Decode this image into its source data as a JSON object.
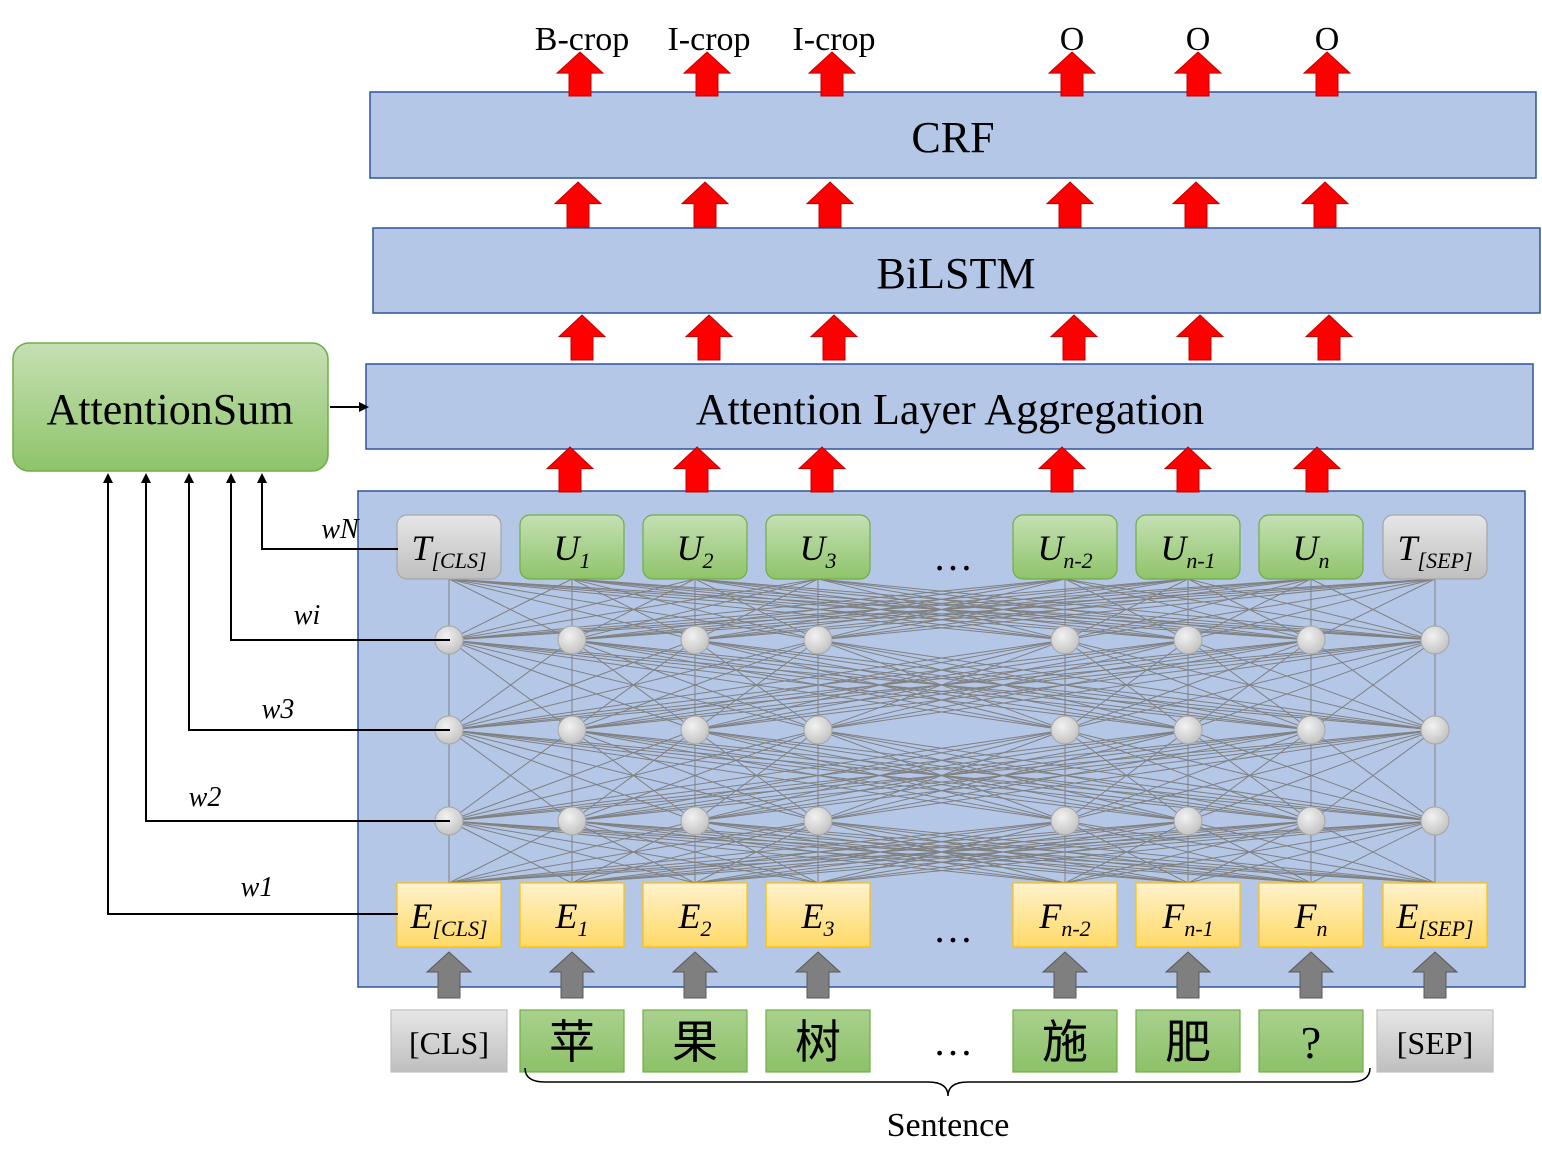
{
  "output_labels": [
    "B-crop",
    "I-crop",
    "I-crop",
    "O",
    "O",
    "O"
  ],
  "layers": {
    "crf": "CRF",
    "bilstm": "BiLSTM",
    "aggregation": "Attention Layer Aggregation",
    "attention_sum": "AttentionSum"
  },
  "weights": [
    "wN",
    "wi",
    "w3",
    "w2",
    "w1"
  ],
  "output_tokens": [
    {
      "base": "T",
      "sub": "[CLS]",
      "kind": "special"
    },
    {
      "base": "U",
      "sub": "1",
      "kind": "word"
    },
    {
      "base": "U",
      "sub": "2",
      "kind": "word"
    },
    {
      "base": "U",
      "sub": "3",
      "kind": "word"
    },
    {
      "base": "U",
      "sub": "n-2",
      "kind": "word"
    },
    {
      "base": "U",
      "sub": "n-1",
      "kind": "word"
    },
    {
      "base": "U",
      "sub": "n",
      "kind": "word"
    },
    {
      "base": "T",
      "sub": "[SEP]",
      "kind": "special"
    }
  ],
  "embedding_tokens": [
    {
      "base": "E",
      "sub": "[CLS]"
    },
    {
      "base": "E",
      "sub": "1"
    },
    {
      "base": "E",
      "sub": "2"
    },
    {
      "base": "E",
      "sub": "3"
    },
    {
      "base": "F",
      "sub": "n-2"
    },
    {
      "base": "F",
      "sub": "n-1"
    },
    {
      "base": "F",
      "sub": "n"
    },
    {
      "base": "E",
      "sub": "[SEP]"
    }
  ],
  "input_tokens": [
    {
      "text": "[CLS]",
      "kind": "special"
    },
    {
      "text": "苹",
      "kind": "word"
    },
    {
      "text": "果",
      "kind": "word"
    },
    {
      "text": "树",
      "kind": "word"
    },
    {
      "text": "施",
      "kind": "word"
    },
    {
      "text": "肥",
      "kind": "word"
    },
    {
      "text": "?",
      "kind": "word"
    },
    {
      "text": "[SEP]",
      "kind": "special"
    }
  ],
  "ellipsis": "…",
  "sentence_label": "Sentence",
  "colors": {
    "layer_fill": "#b4c7e7",
    "layer_stroke": "#2f5597",
    "green_fill": "#a9d18e",
    "green_stroke": "#70ad47",
    "orange_fill": "#ffe699",
    "orange_stroke": "#ffc000",
    "gray_fill": "#d0d0d0",
    "node_fill": "#d9d9d9",
    "red_arrow": "#ff0000",
    "gray_arrow": "#7f7f7f"
  }
}
